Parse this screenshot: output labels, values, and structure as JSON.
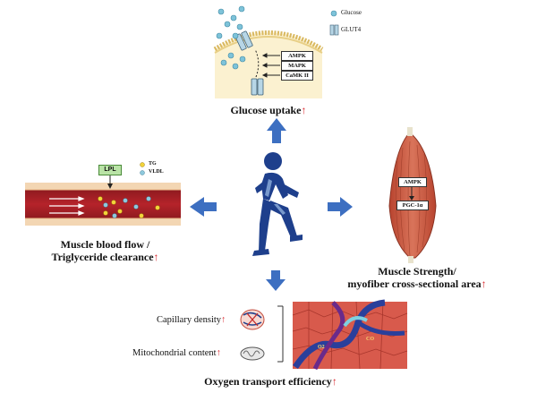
{
  "top": {
    "legend_glucose": "Glucose",
    "legend_glut4": "GLUT4",
    "kinases": [
      "AMPK",
      "MAPK",
      "CaMK II"
    ],
    "title": "Glucose uptake",
    "arrow": "↑"
  },
  "left": {
    "lpl": "LPL",
    "legend_tg": "TG",
    "legend_vldl": "VLDL",
    "title_line1": "Muscle blood flow /",
    "title_line2": "Triglyceride clearance",
    "arrow": "↑"
  },
  "right": {
    "box1": "AMPK",
    "box2": "PGC-1α",
    "title_line1": "Muscle Strength/",
    "title_line2": "myofiber cross-sectional area",
    "arrow": "↑"
  },
  "bottom": {
    "capillary": "Capillary density",
    "mitochondrial": "Mitochondrial content",
    "tissue_label_left": "O2",
    "tissue_label_right": "CO",
    "title": "Oxygen transport efficiency",
    "arrow": "↑"
  },
  "colors": {
    "runner": "#1e3f8c",
    "arrows": "#3d6fc1",
    "vessel": "#b5232a",
    "muscle": "#c8553d",
    "membrane": "#e3c97a",
    "glucose": "#7ec3d9",
    "accent_up": "#d9262c"
  }
}
